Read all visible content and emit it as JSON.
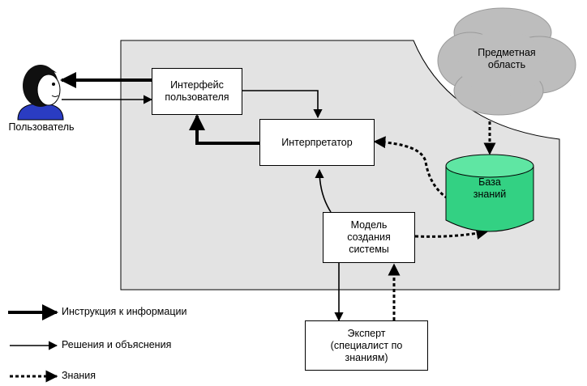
{
  "nodes": {
    "user": "Пользователь",
    "interface": "Интерфейс\nпользователя",
    "interpreter": "Интерпретатор",
    "knowledge_base": "База\nзнаний",
    "model": "Модель\nсоздания\nсистемы",
    "expert": "Эксперт\n(специалист по\nзнаниям)",
    "domain": "Предметная\nобласть"
  },
  "legend": {
    "instructions": "Инструкция к информации",
    "decisions": "Решения и объяснения",
    "knowledge": "Знания"
  },
  "colors": {
    "panel": "#e3e3e3",
    "cylinder": "#33d183",
    "cylinder_top": "#5fe6a3",
    "cloud": "#bdbdbd",
    "hair": "#101010",
    "shirt": "#2a3cc2"
  }
}
